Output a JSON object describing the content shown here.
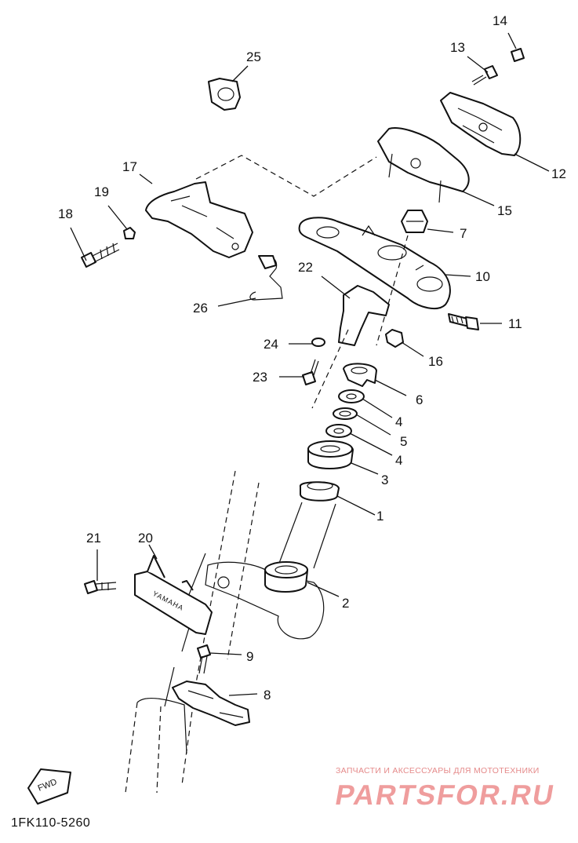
{
  "diagram": {
    "part_labels": [
      "1",
      "2",
      "3",
      "4",
      "4",
      "5",
      "6",
      "7",
      "8",
      "9",
      "10",
      "11",
      "12",
      "13",
      "14",
      "15",
      "16",
      "17",
      "18",
      "19",
      "20",
      "21",
      "22",
      "23",
      "24",
      "25",
      "26"
    ],
    "stamp_text": "YAMAHA",
    "fwd_text": "FWD",
    "reference_code": "1FK110-5260"
  },
  "watermark": {
    "subtitle": "ЗАПЧАСТИ И АКСЕССУАРЫ ДЛЯ МОТОТЕХНИКИ",
    "brand": "PARTSFOR.RU"
  }
}
